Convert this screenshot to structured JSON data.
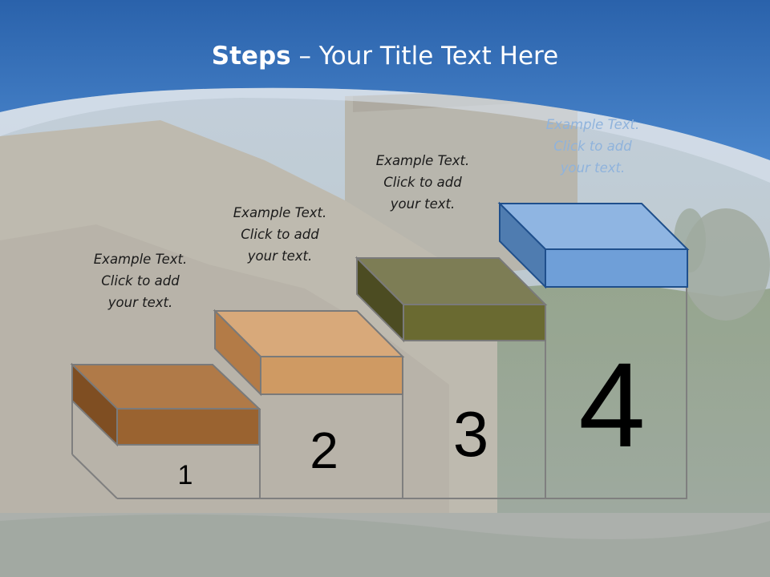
{
  "title": {
    "bold": "Steps",
    "rest": " – Your Title Text Here"
  },
  "steps": [
    {
      "number": "1",
      "lines": [
        "Example Text.",
        "Click  to add",
        "your text."
      ]
    },
    {
      "number": "2",
      "lines": [
        "Example Text.",
        "Click  to add",
        "your text."
      ]
    },
    {
      "number": "3",
      "lines": [
        "Example Text.",
        "Click  to add",
        "your text."
      ]
    },
    {
      "number": "4",
      "lines": [
        "Example Text.",
        "Click  to add",
        "your text."
      ]
    }
  ],
  "colors": {
    "header_blue": "#2f6db5",
    "step1": "#9a6330",
    "step2": "#cf9a63",
    "step3": "#6a6a31",
    "step4": "#6f9fd8"
  }
}
